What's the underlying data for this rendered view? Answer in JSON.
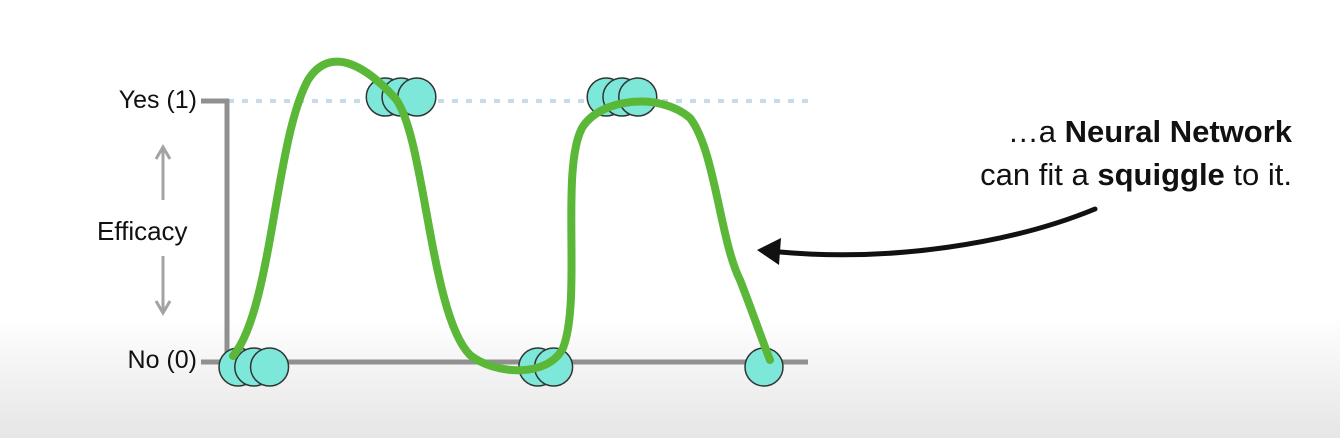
{
  "axis": {
    "top_label": "Yes (1)",
    "bottom_label": "No (0)",
    "title": "Efficacy"
  },
  "annotation": {
    "line1_prefix": "…a ",
    "line1_bold": "Neural Network",
    "line2_prefix": "can fit a ",
    "line2_bold": "squiggle",
    "line2_suffix": " to it."
  },
  "colors": {
    "squiggle": "#5ab737",
    "point_fill": "#7de8d9",
    "point_stroke": "#333333",
    "axis": "#909090",
    "dotted_line": "#c6dbea",
    "arrow": "#111111"
  },
  "points": [
    {
      "dose": 0.0,
      "efficacy": 0
    },
    {
      "dose": 0.3,
      "efficacy": 0
    },
    {
      "dose": 0.6,
      "efficacy": 0
    },
    {
      "dose": 2.8,
      "efficacy": 1
    },
    {
      "dose": 3.1,
      "efficacy": 1
    },
    {
      "dose": 3.4,
      "efficacy": 1
    },
    {
      "dose": 5.7,
      "efficacy": 0
    },
    {
      "dose": 6.0,
      "efficacy": 0
    },
    {
      "dose": 7.0,
      "efficacy": 1
    },
    {
      "dose": 7.3,
      "efficacy": 1
    },
    {
      "dose": 7.6,
      "efficacy": 1
    },
    {
      "dose": 10.0,
      "efficacy": 0
    }
  ],
  "squiggle_icon": "green-squiggle-curve",
  "pointer_icon": "curved-arrow-left"
}
